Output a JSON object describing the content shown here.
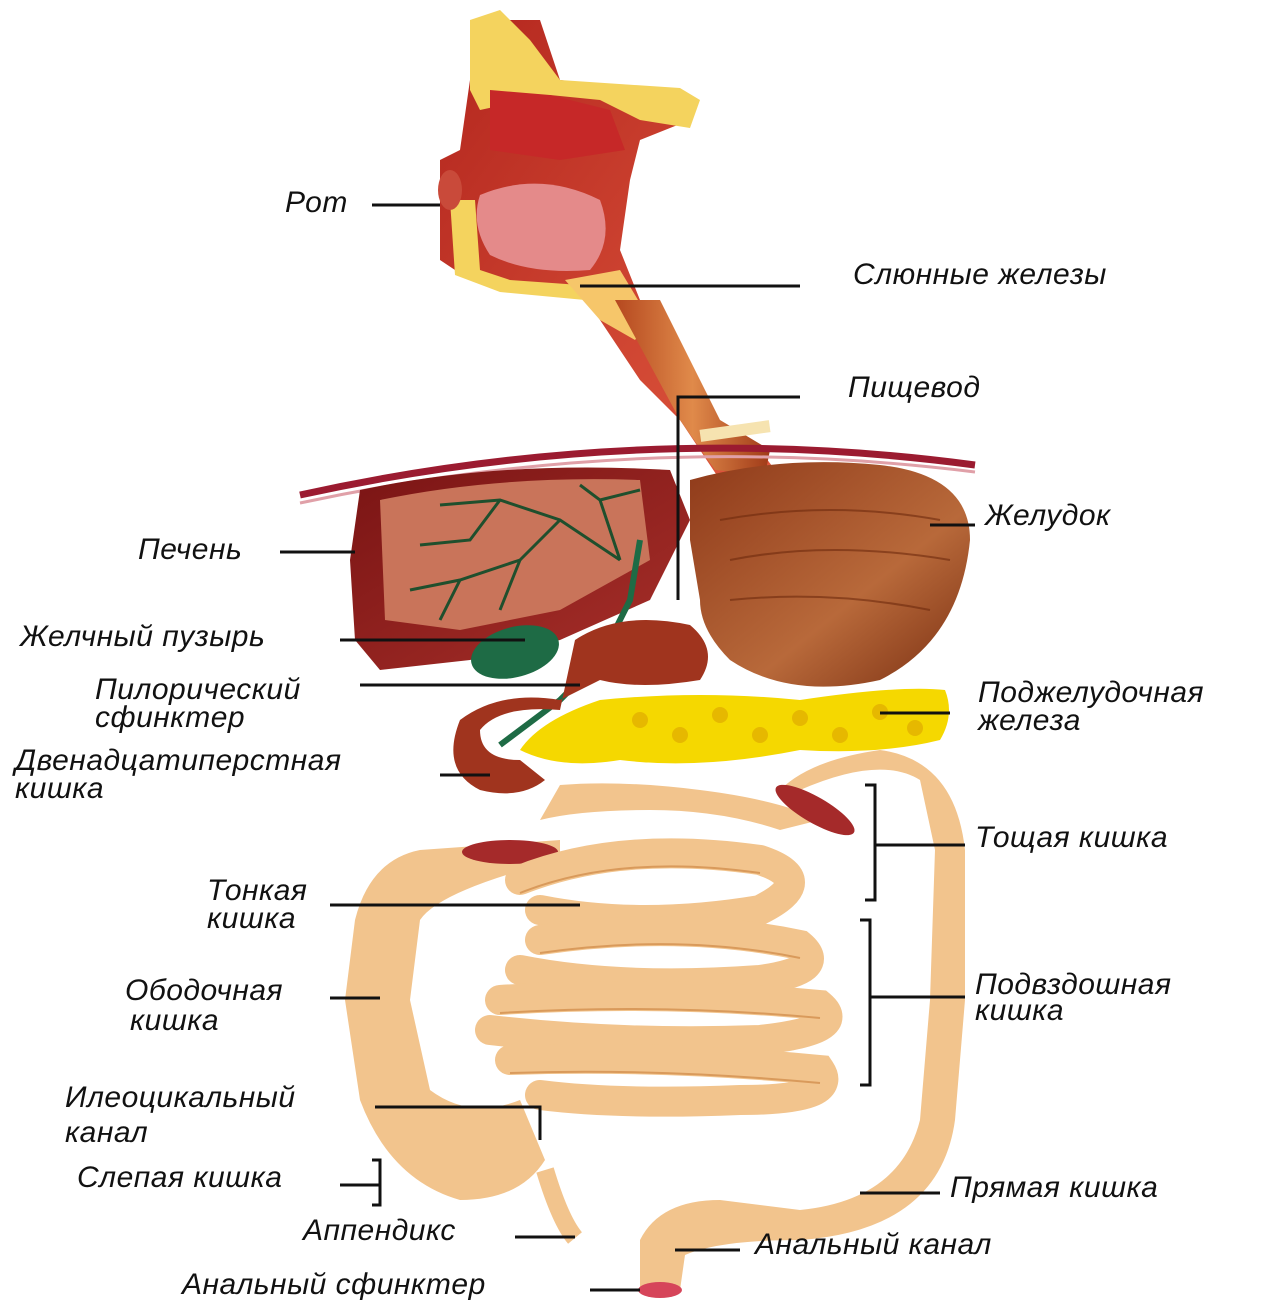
{
  "labels": {
    "mouth": "Рот",
    "salivary": "Слюнные железы",
    "esophagus": "Пищевод",
    "stomach": "Желудок",
    "liver": "Печень",
    "gallbladder": "Желчный пузырь",
    "pyloric": [
      "Пилорический",
      "сфинктер"
    ],
    "pancreas": [
      "Поджелудочная",
      "железа"
    ],
    "duodenum": [
      "Двенадцатиперстная",
      "кишка"
    ],
    "jejunum": "Тощая кишка",
    "small_intestine": [
      "Тонкая",
      "кишка"
    ],
    "colon": [
      "Ободочная",
      "кишка"
    ],
    "ileum": [
      "Подвздошная",
      "кишка"
    ],
    "ileocecal": [
      "Илеоцикальный",
      "канал"
    ],
    "cecum": "Слепая кишка",
    "rectum": "Прямая кишка",
    "appendix": "Аппендикс",
    "anal_canal": "Анальный канал",
    "anal_sphincter": "Анальный сфинктер"
  },
  "colors": {
    "background": "#ffffff",
    "leader_line": "#111111",
    "head_tissue": "#c0392b",
    "bone": "#f4d35e",
    "liver": "#8b1e1e",
    "stomach": "#a0522d",
    "gallbladder": "#1e6b45",
    "pancreas": "#f5d800",
    "intestine": "#f2c48d",
    "intestine_shade": "#d99a5b",
    "diaphragm": "#9b1b30"
  }
}
